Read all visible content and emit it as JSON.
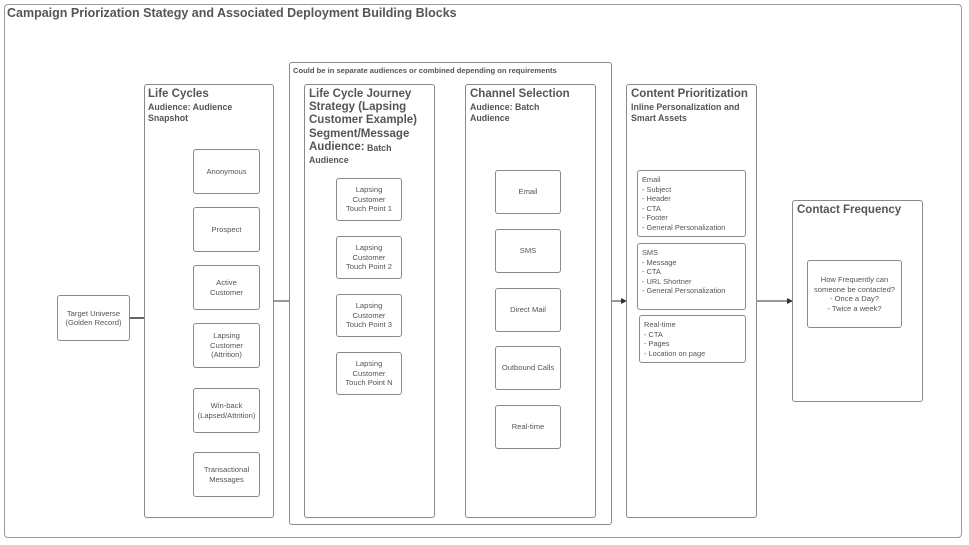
{
  "title": "Campaign Priorization Stategy and Associated Deployment Building Blocks",
  "target_universe": "Target Universe\n(Golden Record)",
  "group_note": "Could be in separate audiences or combined depending on requirements",
  "life_cycles": {
    "title": "Life Cycles",
    "subtitle": "Audience: Audience Snapshot",
    "nodes": [
      "Anonymous",
      "Prospect",
      "Active\nCustomer",
      "Lapsing\nCustomer\n(Attrition)",
      "Win-back\n(Lapsed/Attrition)",
      "Transactional\nMessages"
    ]
  },
  "journey": {
    "title": "Life Cycle Journey Strategy (Lapsing Customer Example)",
    "title2": "Segment/Message",
    "subtitle_label": "Audience:",
    "subtitle": "Batch Audience",
    "nodes": [
      "Lapsing\nCustomer\nTouch Point 1",
      "Lapsing\nCustomer\nTouch Point 2",
      "Lapsing\nCustomer\nTouch Point 3",
      "Lapsing\nCustomer\nTouch Point N"
    ]
  },
  "channel": {
    "title": "Channel Selection",
    "subtitle": "Audience: Batch Audience",
    "nodes": [
      "Email",
      "SMS",
      "Direct Mail",
      "Outbound Calls",
      "Real-time"
    ]
  },
  "content": {
    "title": "Content Prioritization",
    "subtitle": "Inline Personalization and Smart Assets",
    "email": [
      "Email",
      "- Subject",
      "- Header",
      "- CTA",
      "- Footer",
      "- General Personalization"
    ],
    "sms": [
      "SMS",
      "- Message",
      "- CTA",
      "- URL Shortner",
      "- General Personalization"
    ],
    "realtime": [
      "Real-time",
      "- CTA",
      "- Pages",
      "- Location on page"
    ]
  },
  "frequency": {
    "title": "Contact Frequency",
    "text": "How Frequently can\nsomeone be contacted?\n- Once a Day?\n- Twice a week?"
  }
}
